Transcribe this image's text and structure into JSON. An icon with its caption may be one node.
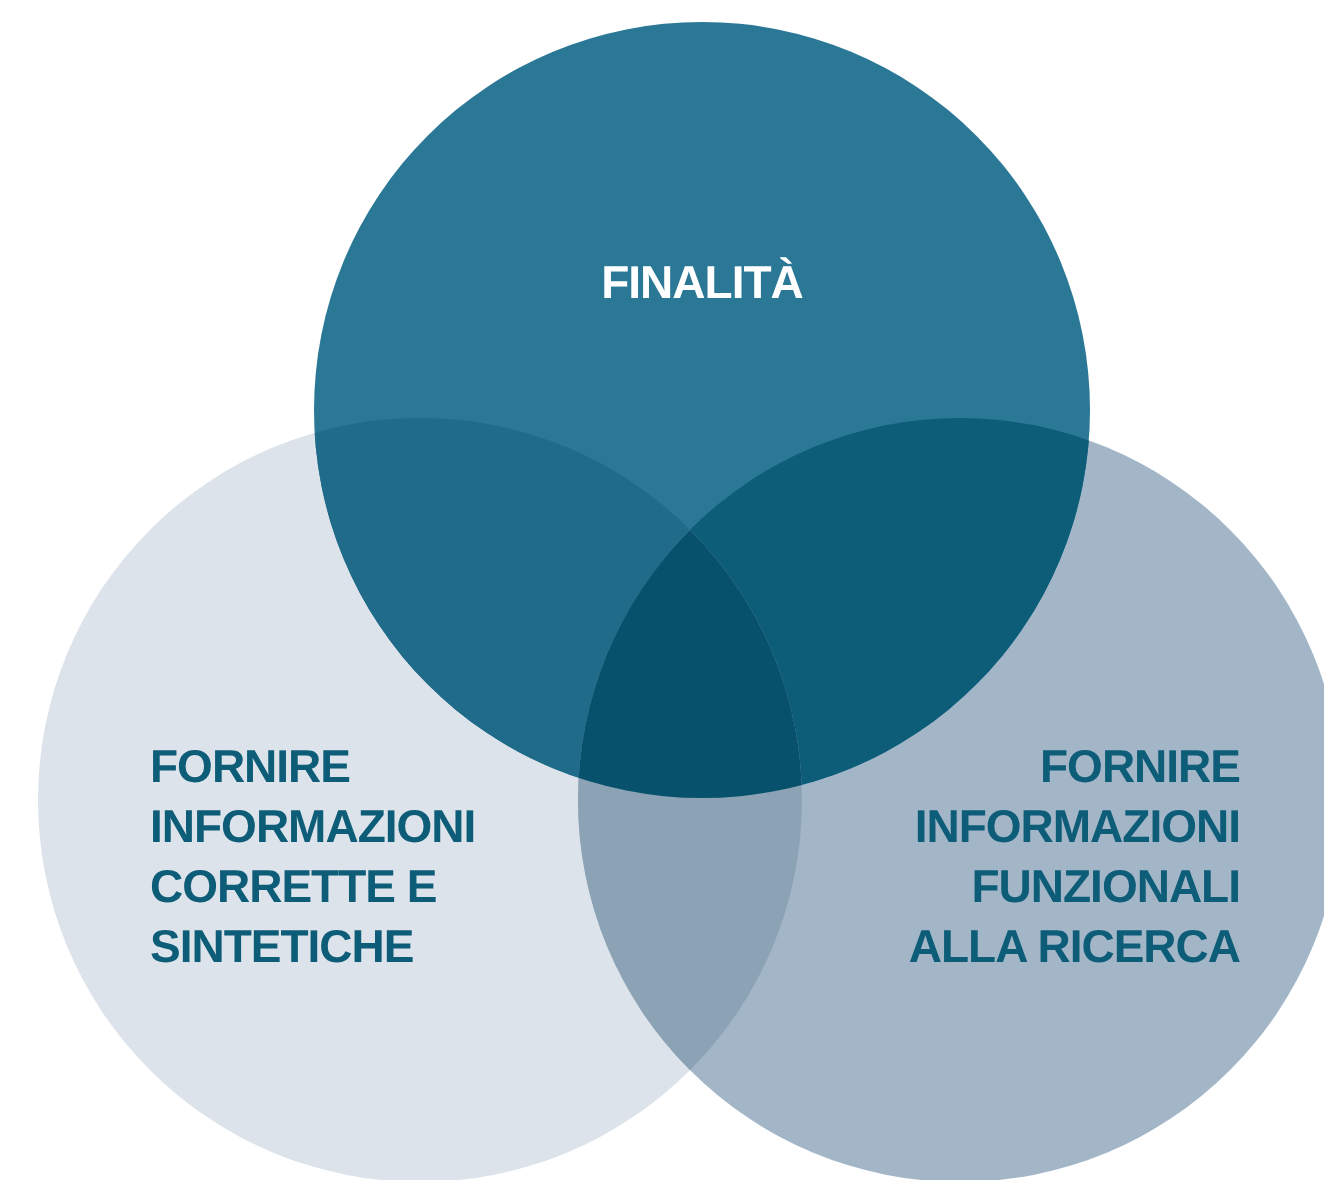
{
  "diagram": {
    "nodes": [
      {
        "text": [
          "FINALITÀ"
        ]
      },
      {
        "text": [
          "FORNIRE INFORMAZIONI CORRETTE E SINTETICHE"
        ]
      },
      {
        "text": [
          "FORNIRE INFORMAZIONI FUNZIONALI ALLA RICERCA"
        ]
      }
    ]
  }
}
